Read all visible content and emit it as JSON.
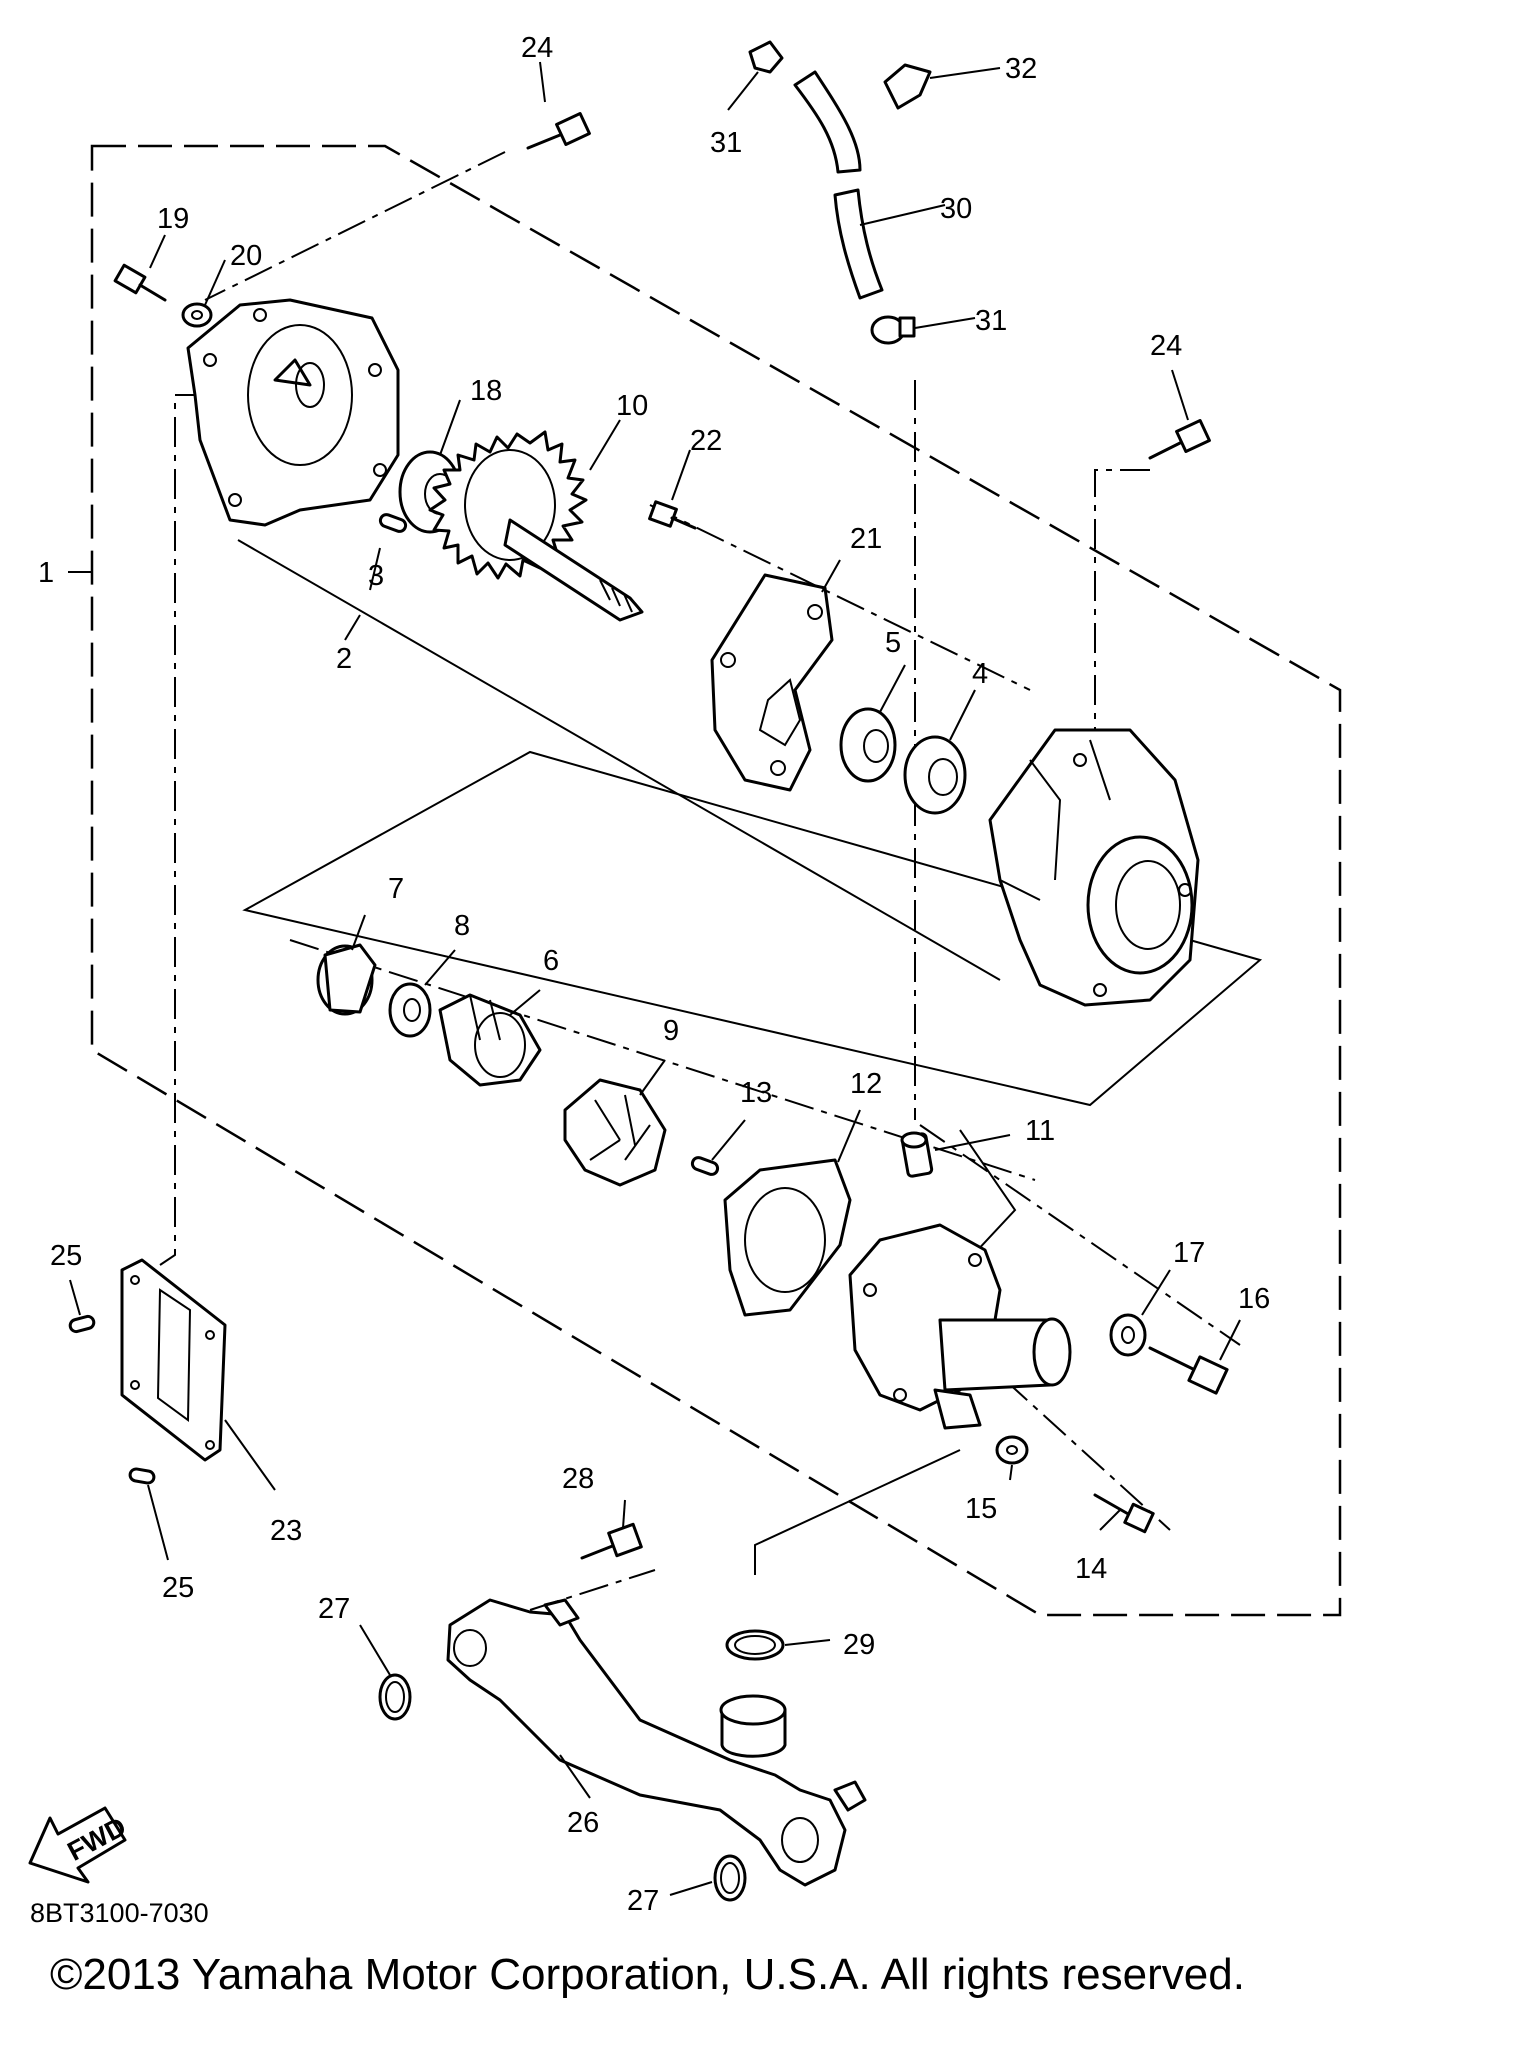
{
  "diagram": {
    "part_code": "8BT3100-7030",
    "fwd_label": "FWD",
    "copyright": "©2013 Yamaha Motor Corporation, U.S.A. All rights reserved.",
    "callouts": {
      "c1": "1",
      "c2": "2",
      "c3": "3",
      "c4": "4",
      "c5": "5",
      "c6": "6",
      "c7": "7",
      "c8": "8",
      "c9": "9",
      "c10": "10",
      "c11": "11",
      "c12": "12",
      "c13": "13",
      "c14": "14",
      "c15": "15",
      "c16": "16",
      "c17": "17",
      "c18": "18",
      "c19": "19",
      "c20": "20",
      "c21": "21",
      "c22": "22",
      "c23": "23",
      "c24a": "24",
      "c24b": "24",
      "c25a": "25",
      "c25b": "25",
      "c26": "26",
      "c27a": "27",
      "c27b": "27",
      "c28": "28",
      "c29": "29",
      "c30": "30",
      "c31a": "31",
      "c31b": "31",
      "c32": "32"
    }
  }
}
